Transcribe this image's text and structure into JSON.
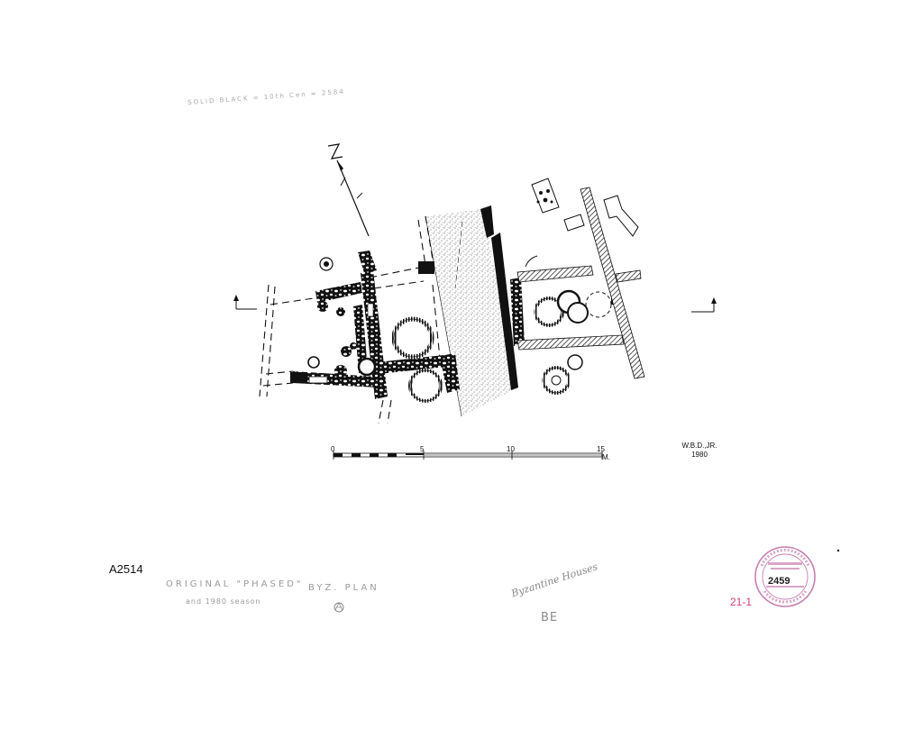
{
  "sheet": {
    "note_top": "SOLID BLACK = 10th Cen = 2584",
    "credit_name": "W.B.D.,JR.",
    "credit_year": "1980",
    "plan_id": "A2514",
    "pencil_line1": "ORIGINAL \"PHASED\"",
    "pencil_line2": "BYZ. PLAN",
    "pencil_line3": "and 1980 season",
    "pencil_script": "Byzantine Houses",
    "pencil_be": "BE",
    "ref_mark": "21-1",
    "stamp_number": "2459",
    "stamp_ring_text": "AGORA EXCAVATIONS PLANS AND DRAWINGS ATHENS"
  },
  "scale_bar": {
    "labels": [
      "0",
      "5",
      "10",
      "15"
    ],
    "unit": "M."
  },
  "colors": {
    "ink": "#111111",
    "pencil": "#9a9a9a",
    "stamp": "#c77fb0",
    "ref_mark": "#d0407a"
  },
  "icons": [
    "north-arrow-icon",
    "section-marker-icon",
    "stone-circle-icon",
    "archive-stamp-icon"
  ]
}
